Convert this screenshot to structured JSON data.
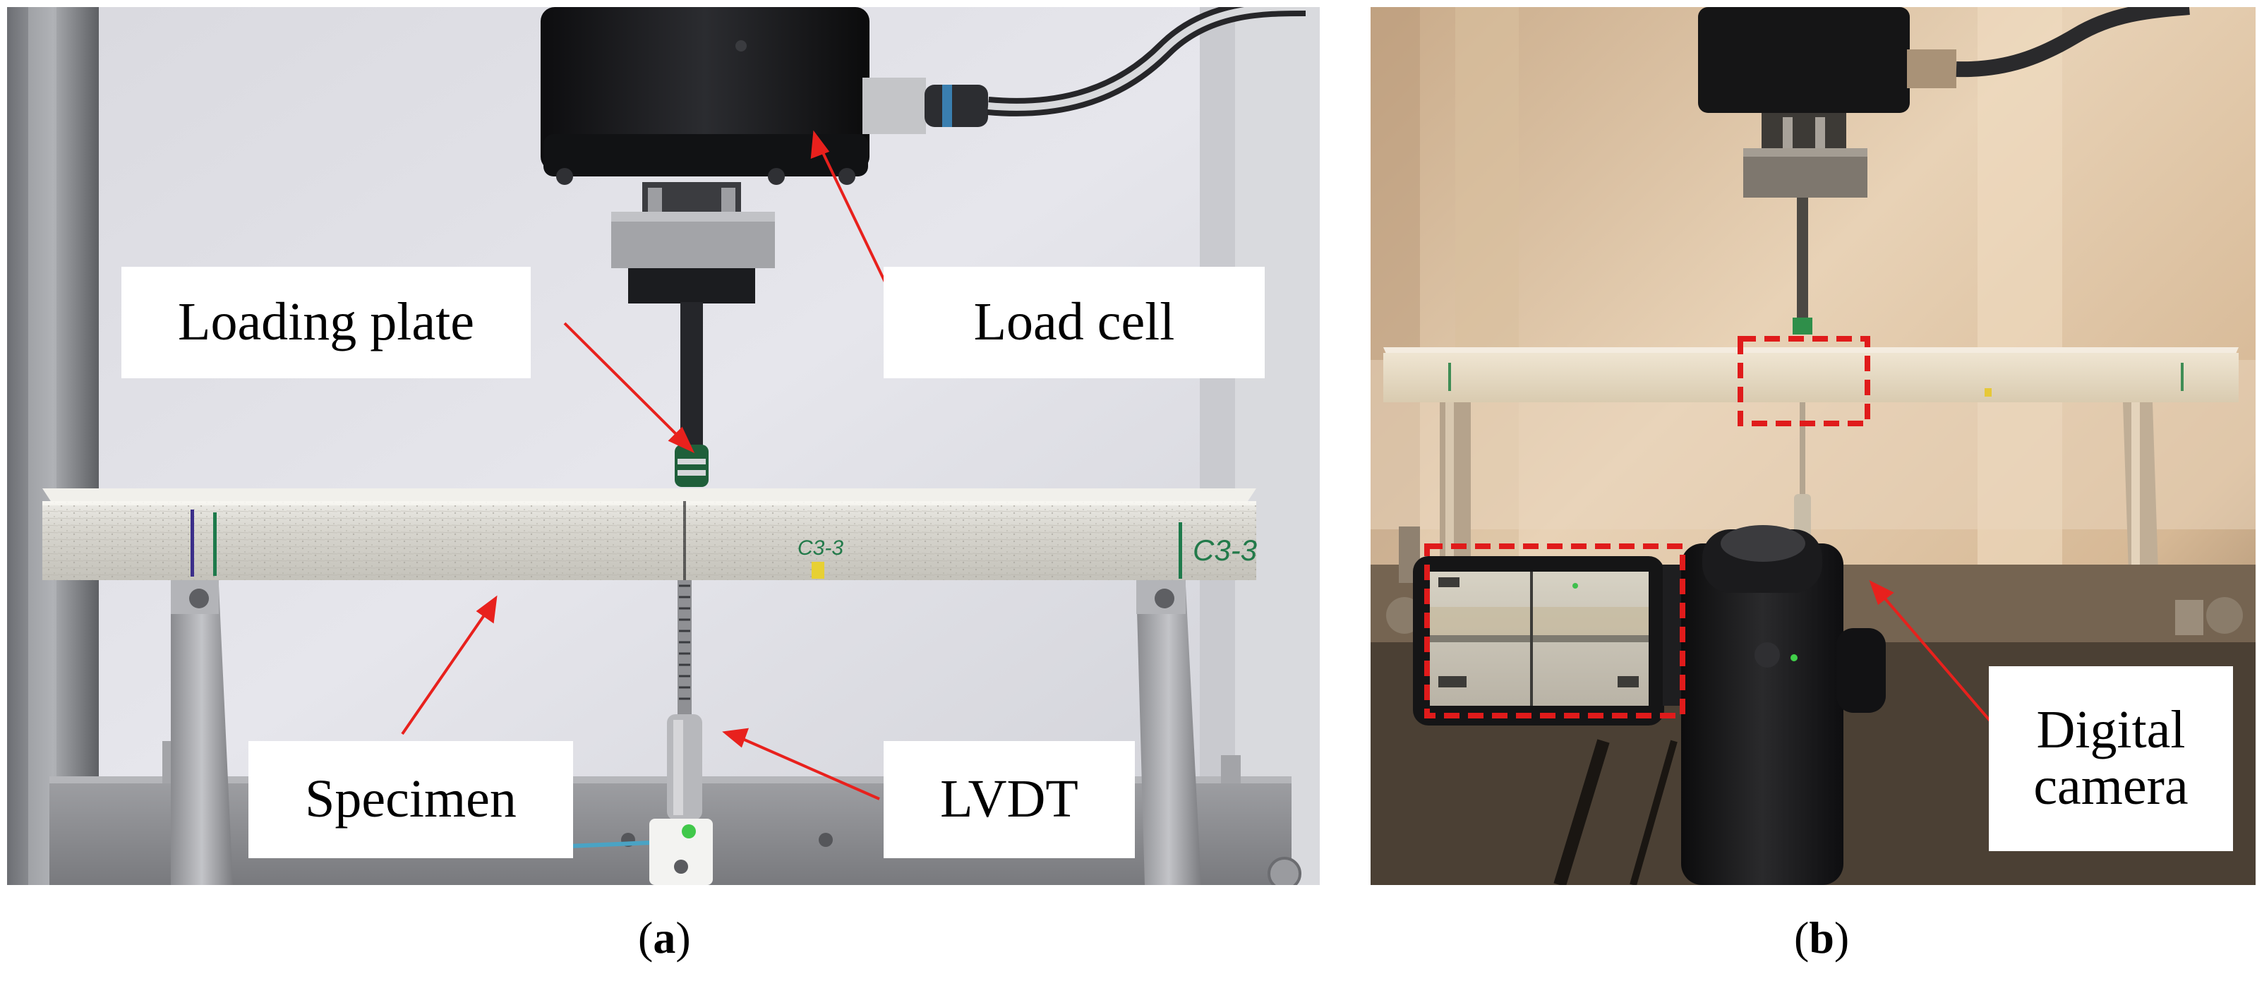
{
  "panel_a": {
    "labels": {
      "loading_plate": "Loading plate",
      "load_cell": "Load cell",
      "specimen": "Specimen",
      "lvdt": "LVDT"
    },
    "specimen_marks": [
      "C3-3",
      "C3-3"
    ],
    "caption_letter": "a"
  },
  "panel_b": {
    "labels": {
      "digital_camera": "Digital\ncamera"
    },
    "caption_letter": "b"
  },
  "colors": {
    "arrow": "#e8211d",
    "dashed_box": "#e01b1b"
  }
}
